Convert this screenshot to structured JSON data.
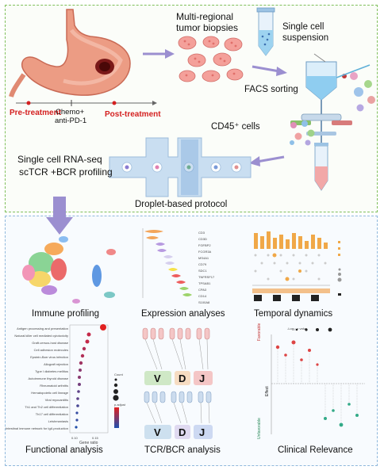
{
  "top": {
    "biopsies_label_1": "Multi-regional",
    "biopsies_label_2": "tumor biopsies",
    "suspension_label_1": "Single cell",
    "suspension_label_2": "suspension",
    "facs_label": "FACS sorting",
    "cd45_label": "CD45⁺ cells",
    "pre_treatment": "Pre-treatment",
    "chemo_1": "Chemo+",
    "chemo_2": "anti-PD-1",
    "post_treatment": "Post-treatment",
    "rnaseq_1": "Single cell RNA-seq",
    "rnaseq_2": "scTCR +BCR profiling",
    "droplet_label": "Droplet-based protocol"
  },
  "panels": {
    "immune_profiling": "Immune profiling",
    "expression_analyses": "Expression analyses",
    "temporal_dynamics": "Temporal dynamics",
    "functional_analysis": "Functional analysis",
    "tcr_bcr_analysis": "TCR/BCR analysis",
    "clinical_relevance": "Clinical Relevance"
  },
  "expression_genes": [
    "CD3",
    "CD3D",
    "FGFBP2",
    "FCGR3A",
    "MS4A1",
    "CD79",
    "SDC1",
    "TNFRSF17",
    "TPSAB1",
    "CPA3",
    "CD14",
    "S100A8"
  ],
  "functional_terms": [
    "Antigen processing and presentation",
    "Natural killer cell mediated cytotoxicity",
    "Graft-versus-host disease",
    "Cell adhesion molecules",
    "Epstein-Barr virus infection",
    "Allograft rejection",
    "Type I diabetes mellitus",
    "Autoimmune thyroid disease",
    "Rheumatoid arthritis",
    "Hematopoietic cell lineage",
    "Viral myocarditis",
    "Th1 and Th2 cell differentiation",
    "Th17 cell differentiation",
    "Leishmaniasis",
    "Intestinal immune network for IgA production"
  ],
  "functional_axis": {
    "xlabel": "Gene ratio",
    "ticks": [
      "0.10",
      "0.15"
    ],
    "count_label": "Count",
    "padj_label": "p.adjust"
  },
  "tcr_letters": [
    "V",
    "D",
    "J"
  ],
  "clinical": {
    "legend_title": "-Log₁₀ p value",
    "favorable": "Favorable",
    "unfavorable": "Unfavorable",
    "ylabel": "Effect"
  },
  "colors": {
    "top_border": "#7fbf5a",
    "bottom_border": "#8fb8dc",
    "red_label": "#d42020",
    "arrow": "#9b8fd0",
    "stomach": "#e9957d"
  }
}
